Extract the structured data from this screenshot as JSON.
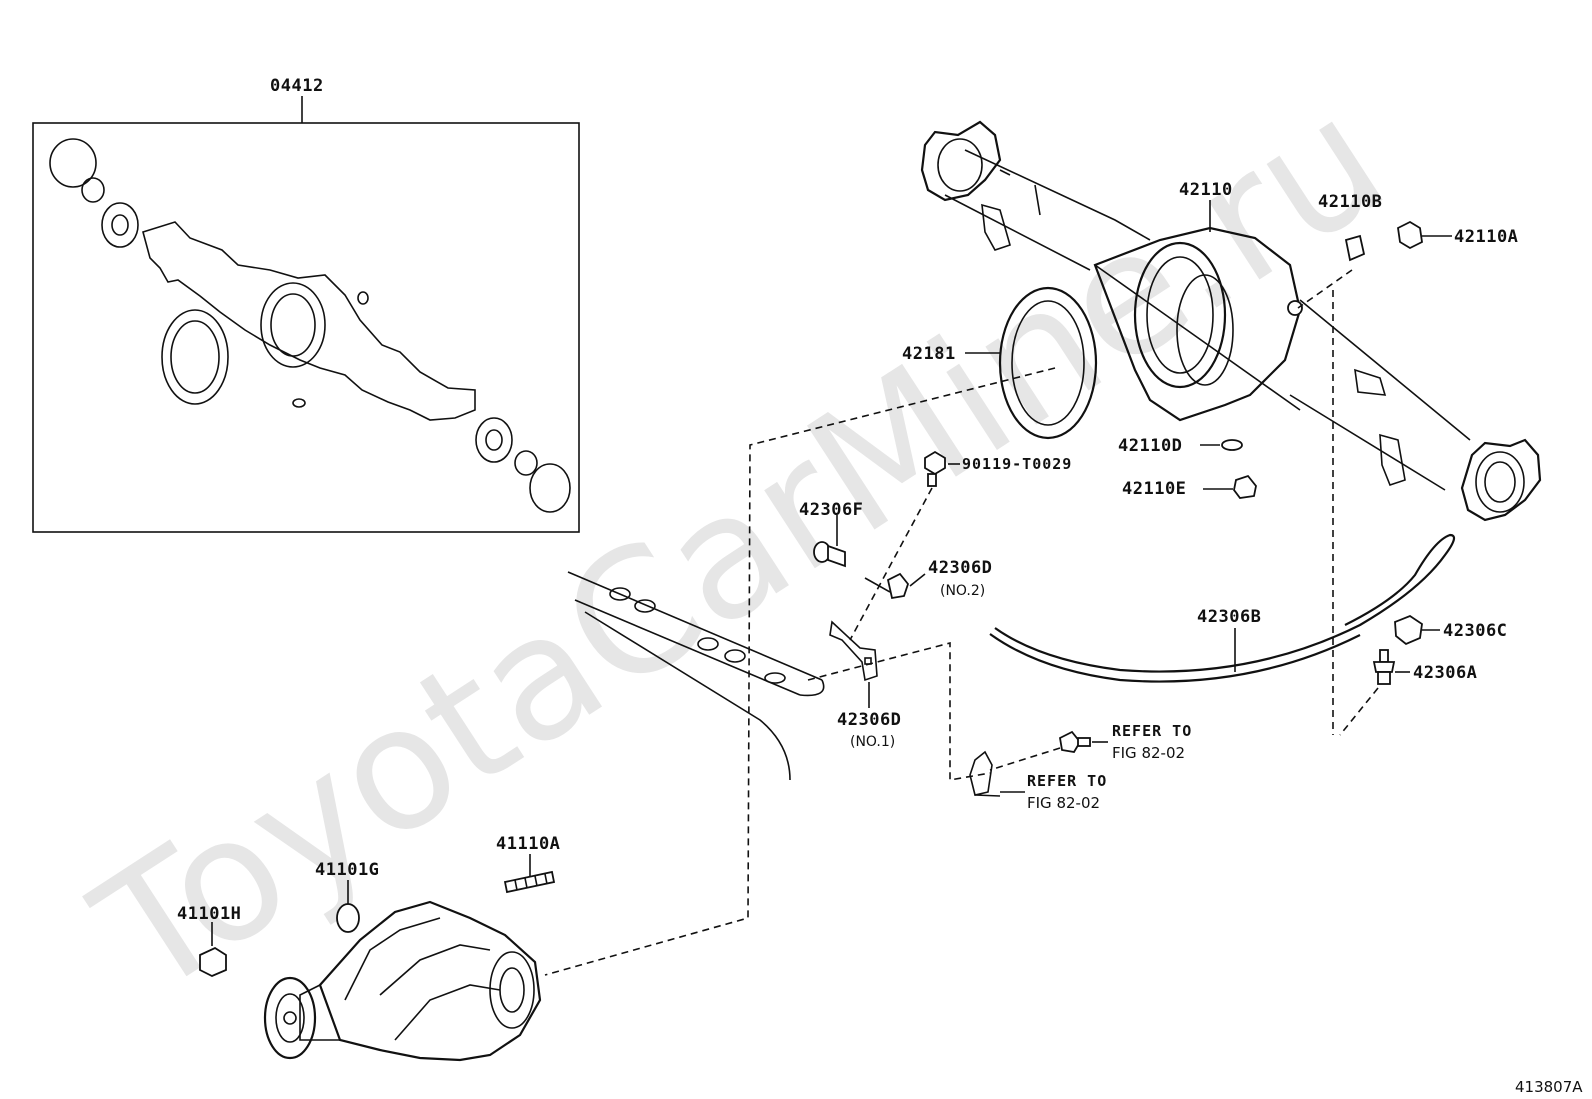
{
  "watermark": "ToyotaCarMine.ru",
  "figure_code": "413807A",
  "parts": {
    "kit": "04412",
    "housing": "42110",
    "plug_b": "42110B",
    "plug_a": "42110A",
    "gasket": "42181",
    "gasket_d": "42110D",
    "gasket_e": "42110E",
    "bolt": "90119-T0029",
    "union": "42306F",
    "clamp_no2": "42306D",
    "clamp_no2_note": "(NO.2)",
    "hose": "42306B",
    "clip": "42306C",
    "joint": "42306A",
    "clamp_no1": "42306D",
    "clamp_no1_note": "(NO.1)",
    "stud": "41110A",
    "washer": "41101G",
    "nut": "41101H"
  },
  "refer": [
    {
      "line1": "REFER TO",
      "line2": "FIG 82-02"
    },
    {
      "line1": "REFER TO",
      "line2": "FIG 82-02"
    }
  ]
}
